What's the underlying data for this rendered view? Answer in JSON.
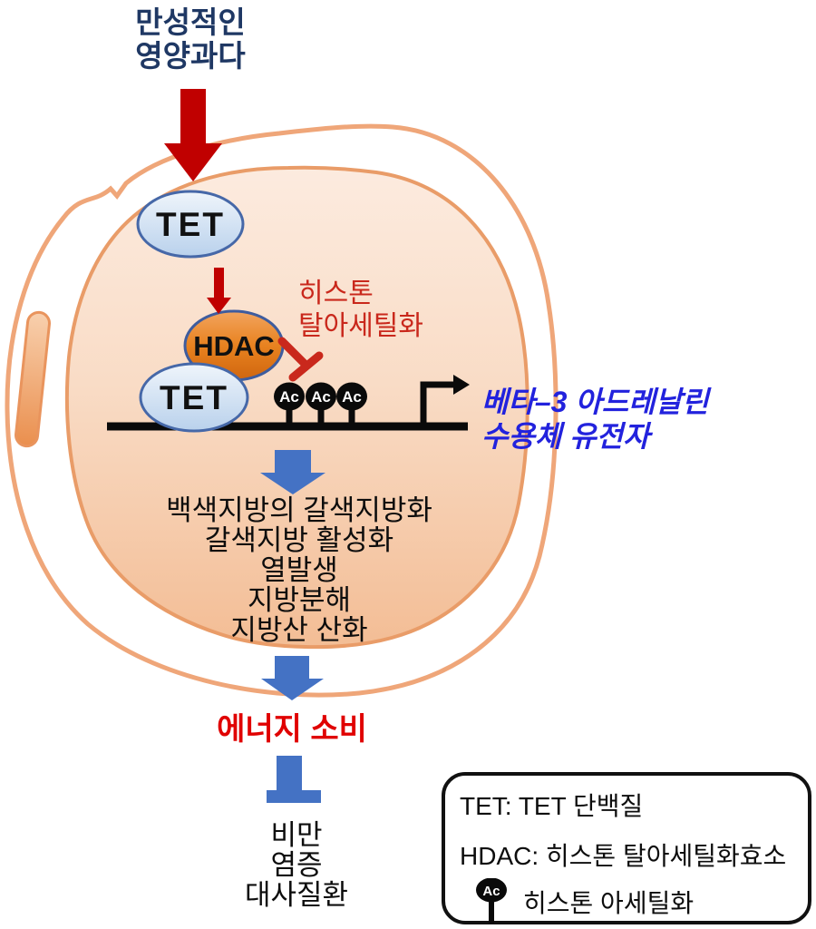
{
  "header": {
    "cause_line1": "만성적인",
    "cause_line2": "영양과다"
  },
  "cell": {
    "tet1_label": "TET",
    "tet2_label": "TET",
    "hdac_label": "HDAC",
    "histone_deacetylation_line1": "히스톤",
    "histone_deacetylation_line2": "탈아세틸화",
    "ac_label": "Ac",
    "gene_line1": "베타–3 아드레날린",
    "gene_line2": "수용체 유전자",
    "effects": [
      "백색지방의 갈색지방화",
      "갈색지방 활성화",
      "열발생",
      "지방분해",
      "지방산 산화"
    ]
  },
  "outcome": {
    "energy_label": "에너지 소비",
    "diseases": [
      "비만",
      "염증",
      "대사질환"
    ]
  },
  "legend": {
    "tet_definition": "TET: TET 단백질",
    "hdac_definition": "HDAC: 히스톤 탈아세틸화효소",
    "ac_definition": "히스톤 아세틸화",
    "ac_label": "Ac"
  },
  "colors": {
    "navy_text": "#1F3864",
    "dark_red_arrow": "#C00000",
    "red_text": "#C9281C",
    "bright_red_text": "#E00000",
    "blue_arrow": "#4472C4",
    "gene_blue_text": "#2222DD",
    "membrane_stroke": "#EFA679",
    "cell_fill_top": "#FCEBDF",
    "cell_fill_bottom": "#F3BD95",
    "tet_fill_top": "#EFF5FB",
    "tet_fill_bottom": "#B9D1EC",
    "tet_border": "#4668A8",
    "hdac_fill_top": "#F2A45F",
    "hdac_fill_bottom": "#DD6F1C",
    "dna_black": "#0A0A0A"
  }
}
